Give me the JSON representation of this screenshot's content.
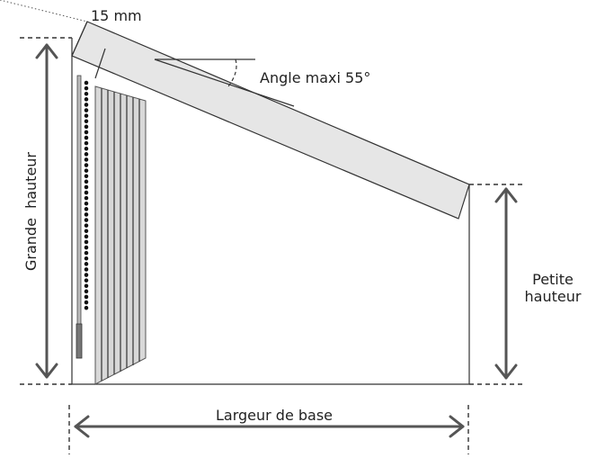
{
  "labels": {
    "thickness": "15 mm",
    "angle": "Angle maxi 55°",
    "big_height": "Grande  hauteur",
    "small_height_line1": "Petite",
    "small_height_line2": "hauteur",
    "base_width": "Largeur de base"
  },
  "colors": {
    "panel_fill": "#e6e6e6",
    "blind_fill": "#d8d8d8",
    "arrow": "#555555",
    "line": "#333333"
  }
}
